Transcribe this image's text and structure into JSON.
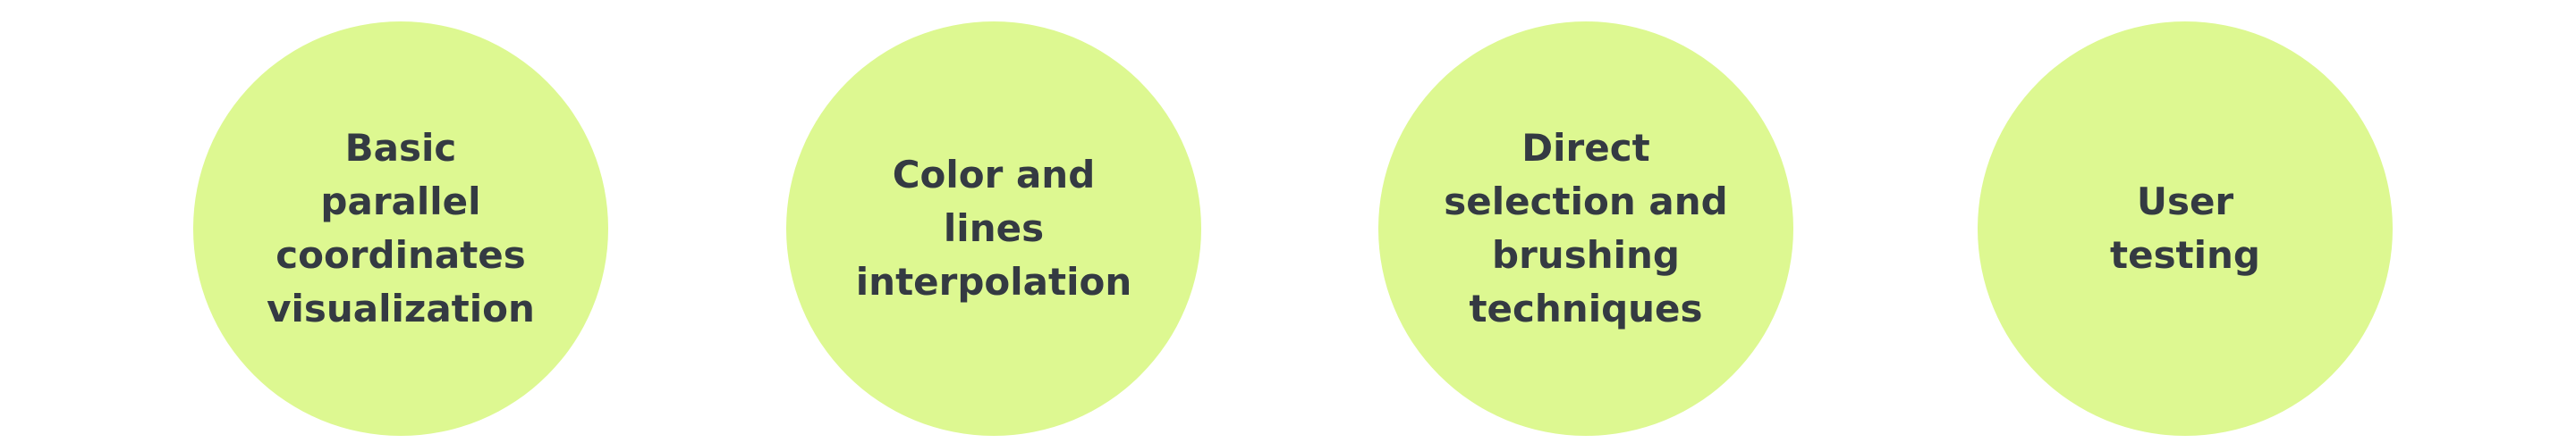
{
  "steps": [
    {
      "lines": [
        "Basic",
        "parallel",
        "coordinates",
        "visualization"
      ]
    },
    {
      "lines": [
        "Color and",
        "lines",
        "interpolation"
      ]
    },
    {
      "lines": [
        "Direct",
        "selection and",
        "brushing",
        "techniques"
      ]
    },
    {
      "lines": [
        "User",
        "testing"
      ]
    }
  ],
  "colors": {
    "circle_fill": "#ddf891",
    "text": "#343a42",
    "background": "#ffffff"
  }
}
